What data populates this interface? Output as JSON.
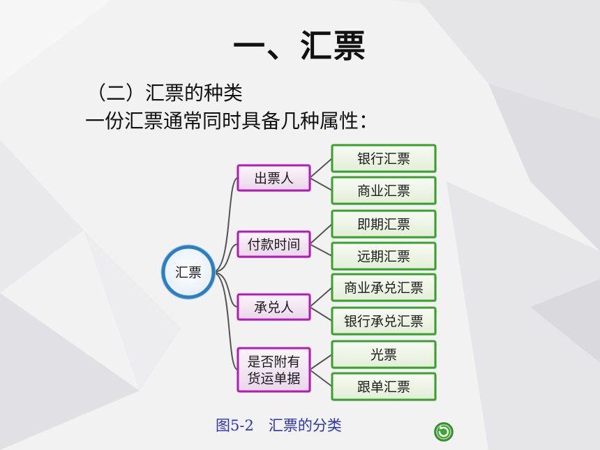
{
  "slide": {
    "title": "一、汇票",
    "subtitle": "（二）汇票的种类",
    "intro": "一份汇票通常同时具备几种属性："
  },
  "diagram": {
    "root": "汇票",
    "categories": [
      {
        "label": [
          "出票人"
        ],
        "children": [
          "银行汇票",
          "商业汇票"
        ]
      },
      {
        "label": [
          "付款时间"
        ],
        "children": [
          "即期汇票",
          "远期汇票"
        ]
      },
      {
        "label": [
          "承兑人"
        ],
        "children": [
          "商业承兑汇票",
          "银行承兑汇票"
        ]
      },
      {
        "label": [
          "是否附有",
          "货运单据"
        ],
        "children": [
          "光票",
          "跟单汇票"
        ]
      }
    ],
    "colors": {
      "category_border": "#b41bb4",
      "category_fill": "#f2e4f2",
      "leaf_border": "#3aa12e",
      "leaf_fill": "#eef5e6",
      "root_ring": "#2a7fc2",
      "connector": "#555555"
    }
  },
  "caption": "图5-2　汇票的分类",
  "nav": {
    "icon": "next-slide-icon",
    "color": "#3fa535"
  }
}
